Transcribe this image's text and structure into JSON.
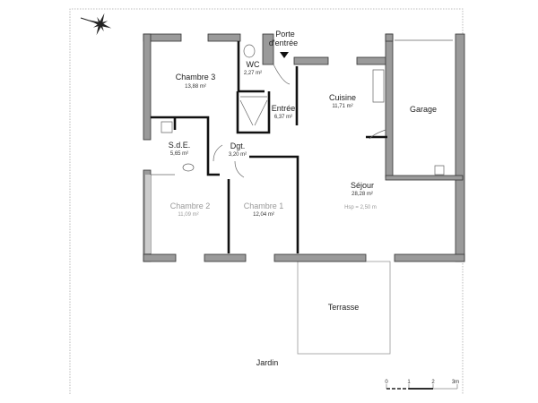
{
  "plan": {
    "rooms": [
      {
        "name": "Chambre 3",
        "area": "13,88 m²"
      },
      {
        "name": "WC",
        "area": "2,27 m²"
      },
      {
        "name": "Entrée",
        "area": "6,37 m²"
      },
      {
        "name": "Cuisine",
        "area": "11,71 m²"
      },
      {
        "name": "Garage"
      },
      {
        "name": "S.d.E.",
        "area": "5,65 m²"
      },
      {
        "name": "Dgt.",
        "area": "3,20 m²"
      },
      {
        "name": "Chambre 2",
        "area": "11,09 m²"
      },
      {
        "name": "Chambre 1",
        "area": "12,04 m²"
      },
      {
        "name": "Séjour",
        "area": "28,28 m²",
        "ceiling": "Hsp = 2,50 m"
      },
      {
        "name": "Terrasse"
      },
      {
        "name": "Jardin"
      }
    ],
    "entrance_label": "Porte d'entrée",
    "entrance_line1": "Porte",
    "entrance_line2": "d'entrée",
    "compass_icon": "compass-rose-icon",
    "scale": {
      "ticks": [
        "0",
        "1",
        "2",
        "3m"
      ]
    }
  }
}
